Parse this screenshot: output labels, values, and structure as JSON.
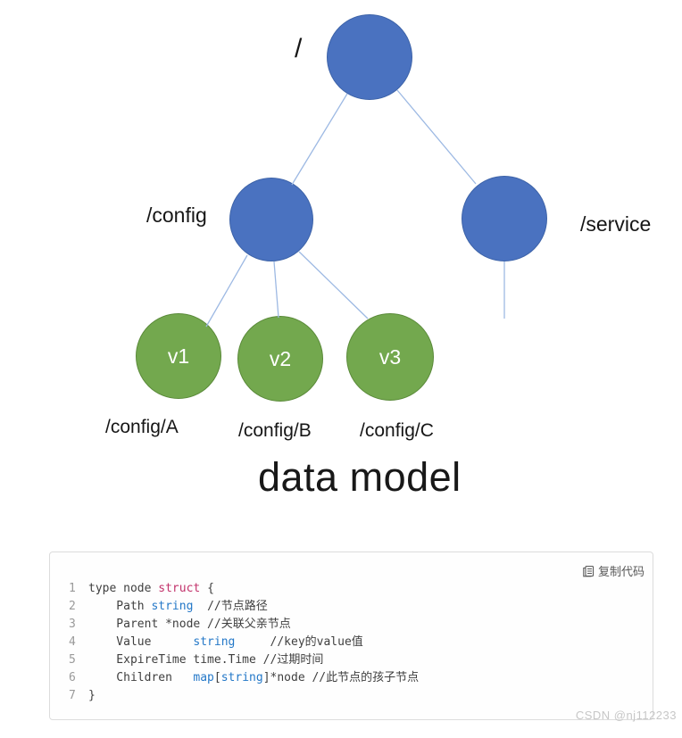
{
  "diagram": {
    "root_label": "/",
    "config_label": "/config",
    "service_label": "/service",
    "node_v1_label": "v1",
    "node_v2_label": "v2",
    "node_v3_label": "v3",
    "leaf_a_label": "/config/A",
    "leaf_b_label": "/config/B",
    "leaf_c_label": "/config/C",
    "title": "data model"
  },
  "code_block": {
    "copy_icon": "copy-icon",
    "copy_label": "复制代码",
    "lines": [
      {
        "num": "1",
        "segs": [
          {
            "t": "type node "
          },
          {
            "t": "struct"
          },
          {
            "t": " {"
          }
        ]
      },
      {
        "num": "2",
        "segs": [
          {
            "t": "    Path "
          },
          {
            "t": "string"
          },
          {
            "t": "  //节点路径"
          }
        ]
      },
      {
        "num": "3",
        "segs": [
          {
            "t": "    Parent *node //关联父亲节点"
          }
        ]
      },
      {
        "num": "4",
        "segs": [
          {
            "t": "    Value      "
          },
          {
            "t": "string"
          },
          {
            "t": "     //key的value值"
          }
        ]
      },
      {
        "num": "5",
        "segs": [
          {
            "t": "    ExpireTime time.Time //过期时间"
          }
        ]
      },
      {
        "num": "6",
        "segs": [
          {
            "t": "    Children   "
          },
          {
            "t": "map"
          },
          {
            "t": "["
          },
          {
            "t": "string"
          },
          {
            "t": "]*node //此节点的孩子节点"
          }
        ]
      },
      {
        "num": "7",
        "segs": [
          {
            "t": "}"
          }
        ]
      }
    ]
  },
  "watermark": "CSDN @nj112233",
  "colors": {
    "blue-node": "#4a72c0",
    "blue-node-border": "#3d63a8",
    "green-node": "#73a84e",
    "green-node-border": "#5a8a39",
    "edge": "#9db9e3",
    "kw": "#c2326b",
    "type": "#2478c8",
    "code": "#3f3f3f",
    "ln": "#9a9a9a",
    "copy": "#595959",
    "wm": "#c7c7c7"
  }
}
